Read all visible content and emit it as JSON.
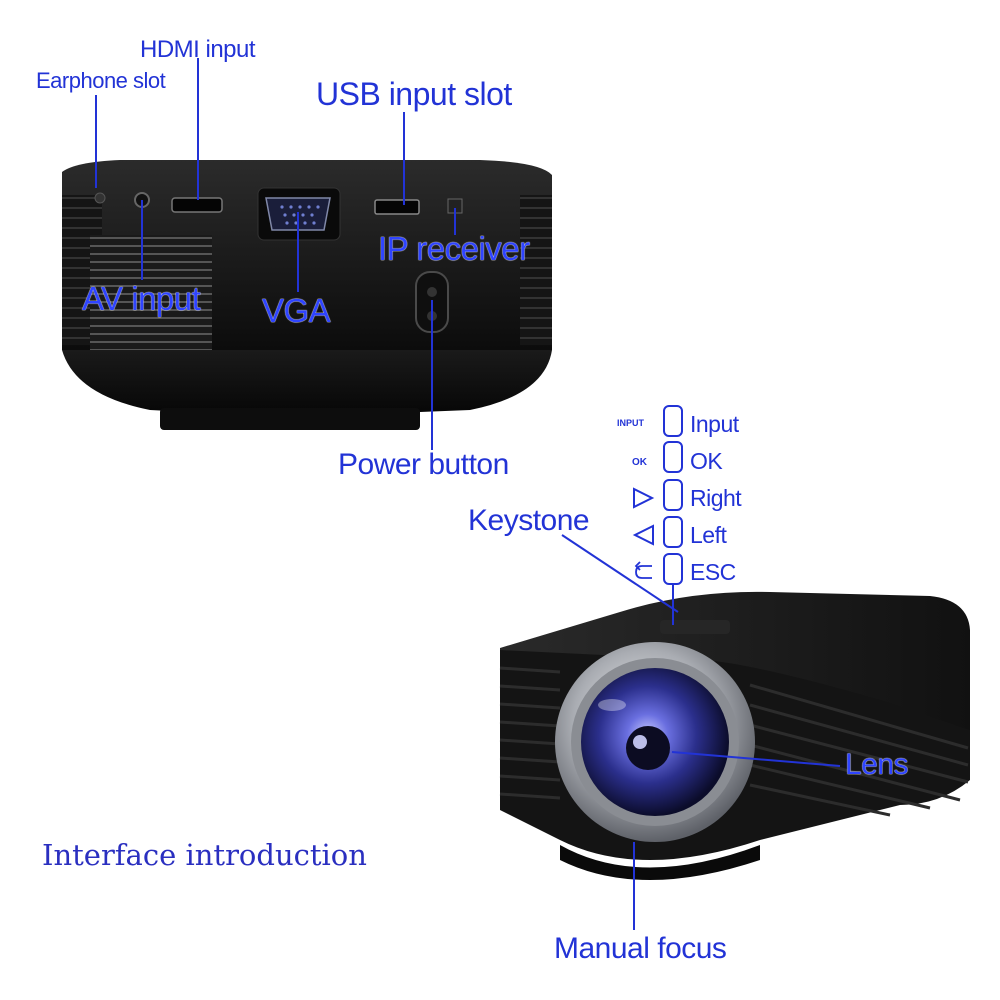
{
  "title": "Interface introduction",
  "back_panel": {
    "labels": {
      "earphone_slot": "Earphone slot",
      "hdmi_input": "HDMI input",
      "usb_input_slot": "USB input slot",
      "ip_receiver": "IP receiver",
      "av_input": "AV input",
      "vga": "VGA",
      "power_button": "Power button"
    }
  },
  "control_panel": {
    "keystone": "Keystone",
    "buttons": [
      {
        "key": "INPUT",
        "label": "Input",
        "icon": "input-text"
      },
      {
        "key": "OK",
        "label": "OK",
        "icon": "ok-text"
      },
      {
        "key": "",
        "label": "Right",
        "icon": "triangle-right-icon"
      },
      {
        "key": "",
        "label": "Left",
        "icon": "triangle-left-icon"
      },
      {
        "key": "",
        "label": "ESC",
        "icon": "return-arrow-icon"
      }
    ]
  },
  "front_view": {
    "labels": {
      "lens": "Lens",
      "manual_focus": "Manual focus"
    }
  },
  "colors": {
    "label_blue": "#2233d6",
    "device_body": "#141414",
    "lens_ring": "#b9bcc2",
    "lens_glass": "#3a3fb0"
  }
}
